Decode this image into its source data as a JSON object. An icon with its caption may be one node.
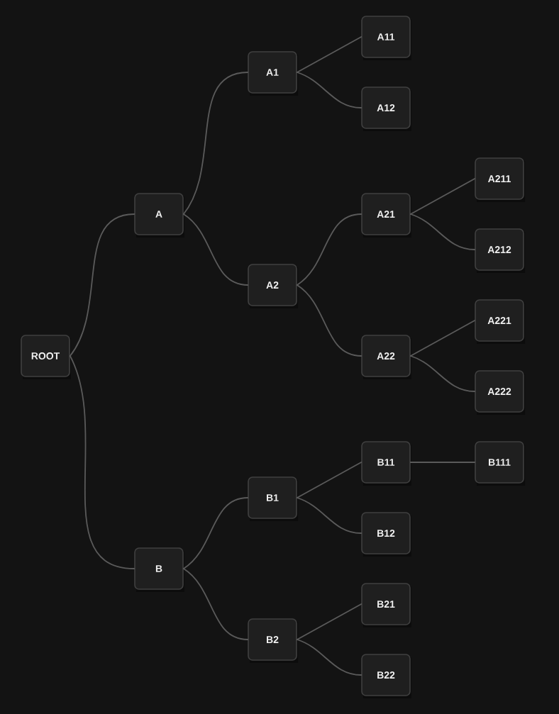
{
  "diagram": {
    "nodes": [
      {
        "text": [
          "ROOT"
        ]
      },
      {
        "text": [
          "A"
        ]
      },
      {
        "text": [
          "A1"
        ]
      },
      {
        "text": [
          "A11"
        ]
      },
      {
        "text": [
          "A12"
        ]
      },
      {
        "text": [
          "A2"
        ]
      },
      {
        "text": [
          "A21"
        ]
      },
      {
        "text": [
          "A211"
        ]
      },
      {
        "text": [
          "A212"
        ]
      },
      {
        "text": [
          "A22"
        ]
      },
      {
        "text": [
          "A221"
        ]
      },
      {
        "text": [
          "A222"
        ]
      },
      {
        "text": [
          "B"
        ]
      },
      {
        "text": [
          "B1"
        ]
      },
      {
        "text": [
          "B11"
        ]
      },
      {
        "text": [
          "B111"
        ]
      },
      {
        "text": [
          "B12"
        ]
      },
      {
        "text": [
          "B2"
        ]
      },
      {
        "text": [
          "B21"
        ]
      },
      {
        "text": [
          "B22"
        ]
      }
    ],
    "edges": [
      {
        "from": 0,
        "to": 1,
        "arrow": "none"
      },
      {
        "from": 1,
        "to": 2,
        "arrow": "none"
      },
      {
        "from": 2,
        "to": 3,
        "arrow": "none"
      },
      {
        "from": 2,
        "to": 4,
        "arrow": "none"
      },
      {
        "from": 1,
        "to": 5,
        "arrow": "none"
      },
      {
        "from": 5,
        "to": 6,
        "arrow": "none"
      },
      {
        "from": 6,
        "to": 7,
        "arrow": "none"
      },
      {
        "from": 6,
        "to": 8,
        "arrow": "none"
      },
      {
        "from": 5,
        "to": 9,
        "arrow": "none"
      },
      {
        "from": 9,
        "to": 10,
        "arrow": "none"
      },
      {
        "from": 9,
        "to": 11,
        "arrow": "none"
      },
      {
        "from": 0,
        "to": 12,
        "arrow": "none"
      },
      {
        "from": 12,
        "to": 13,
        "arrow": "none"
      },
      {
        "from": 13,
        "to": 14,
        "arrow": "none"
      },
      {
        "from": 14,
        "to": 15,
        "arrow": "none"
      },
      {
        "from": 13,
        "to": 16,
        "arrow": "none"
      },
      {
        "from": 12,
        "to": 17,
        "arrow": "none"
      },
      {
        "from": 17,
        "to": 18,
        "arrow": "none"
      },
      {
        "from": 17,
        "to": 19,
        "arrow": "none"
      }
    ]
  }
}
